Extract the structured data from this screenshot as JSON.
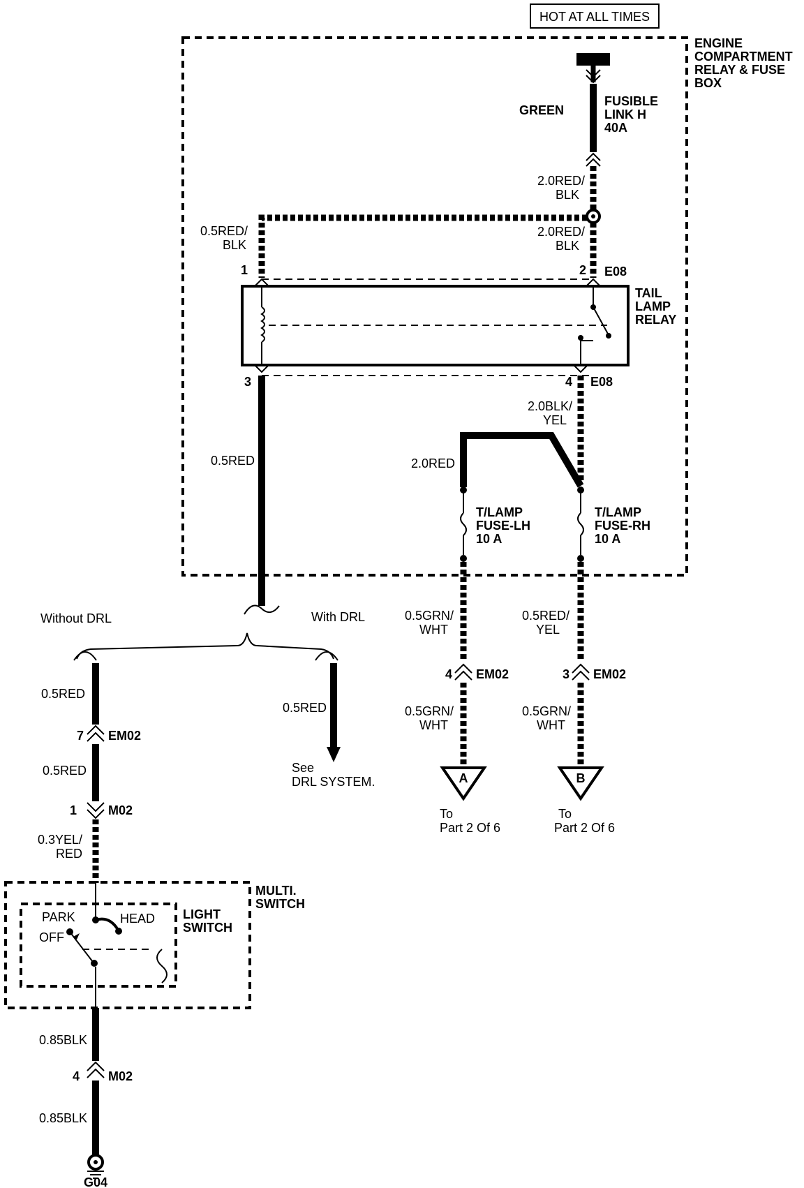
{
  "power_source": "HOT AT ALL TIMES",
  "fuse_box": [
    "ENGINE",
    "COMPARTMENT",
    "RELAY & FUSE",
    "BOX"
  ],
  "fusible_link": {
    "color": "GREEN",
    "name": [
      "FUSIBLE",
      "LINK H",
      "40A"
    ]
  },
  "wires": {
    "w_red_blk_top": [
      "2.0RED/",
      "BLK"
    ],
    "w_red_blk_mid": [
      "2.0RED/",
      "BLK"
    ],
    "w_red_blk_left": [
      "0.5RED/",
      "BLK"
    ],
    "w_red_left": "0.5RED",
    "w_blk_yel": [
      "2.0BLK/",
      "YEL"
    ],
    "w_red_fuse": "2.0RED",
    "w_grn_wht_1": [
      "0.5GRN/",
      "WHT"
    ],
    "w_red_yel": [
      "0.5RED/",
      "YEL"
    ],
    "w_grn_wht_2": [
      "0.5GRN/",
      "WHT"
    ],
    "w_grn_wht_3": [
      "0.5GRN/",
      "WHT"
    ],
    "w_red_a": "0.5RED",
    "w_red_b": "0.5RED",
    "w_red_drl": "0.5RED",
    "w_yel_red": [
      "0.3YEL/",
      "RED"
    ],
    "w_blk_1": "0.85BLK",
    "w_blk_2": "0.85BLK"
  },
  "relay": {
    "name": [
      "TAIL",
      "LAMP",
      "RELAY"
    ],
    "pin1": "1",
    "pin2": "2",
    "pin3": "3",
    "pin4": "4",
    "conn_top": "E08",
    "conn_bottom": "E08"
  },
  "fuses": {
    "lh": [
      "T/LAMP",
      "FUSE-LH",
      "10 A"
    ],
    "rh": [
      "T/LAMP",
      "FUSE-RH",
      "10 A"
    ]
  },
  "connectors": {
    "em02_lh": {
      "pin": "4",
      "name": "EM02"
    },
    "em02_rh": {
      "pin": "3",
      "name": "EM02"
    },
    "em02_left": {
      "pin": "7",
      "name": "EM02"
    },
    "m02_top": {
      "pin": "1",
      "name": "M02"
    },
    "m02_bottom": {
      "pin": "4",
      "name": "M02"
    }
  },
  "options": {
    "without": "Without DRL",
    "with": "With DRL"
  },
  "drl_ref": [
    "See",
    "DRL SYSTEM."
  ],
  "offpage": {
    "a": {
      "letter": "A",
      "text": [
        "To",
        "Part 2 Of 6"
      ]
    },
    "b": {
      "letter": "B",
      "text": [
        "To",
        "Part 2 Of 6"
      ]
    }
  },
  "multi_switch": [
    "MULTI.",
    "SWITCH"
  ],
  "light_switch": {
    "name": [
      "LIGHT",
      "SWITCH"
    ],
    "park": "PARK",
    "head": "HEAD",
    "off": "OFF"
  },
  "ground": "G04"
}
